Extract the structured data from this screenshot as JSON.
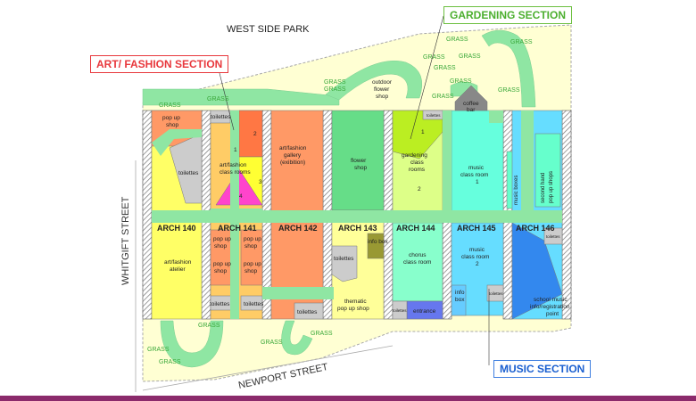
{
  "title": "WEST SIDE PARK",
  "sections": {
    "art": "ART/ FASHION SECTION",
    "gardening": "GARDENING SECTION",
    "music": "MUSIC SECTION"
  },
  "streets": {
    "whitgift": "WHITGIFT STREET",
    "newport": "NEWPORT STREET"
  },
  "arches": [
    "ARCH 140",
    "ARCH 141",
    "ARCH 142",
    "ARCH 143",
    "ARCH 144",
    "ARCH 145",
    "ARCH 146"
  ],
  "labels": {
    "grass": "GRASS",
    "popup_shop_l1": "pop up",
    "popup_shop_l2": "shop",
    "toilettes": "toilettes",
    "fashion_rooms_l1": "art/fashion",
    "fashion_rooms_l2": "class rooms",
    "gallery_l1": "art/fashion",
    "gallery_l2": "gallery",
    "gallery_l3": "(exibition)",
    "flower_shop_l1": "flower",
    "flower_shop_l2": "shop",
    "outdoor_l1": "outdoor",
    "outdoor_l2": "flower",
    "outdoor_l3": "shop",
    "garden_rooms_l1": "gardening",
    "garden_rooms_l2": "class",
    "garden_rooms_l3": "rooms",
    "coffee_l1": "coffee",
    "coffee_l2": "bar",
    "music_room1_l1": "music",
    "music_room1_l2": "class room",
    "music_boxes": "music boxes",
    "second_hand_l1": "second hand",
    "second_hand_l2": "pop up shops",
    "atelier_l1": "art/fashion",
    "atelier_l2": "atelier",
    "info_box": "info box",
    "info_l1": "info",
    "info_l2": "box",
    "chorus_l1": "chorus",
    "chorus_l2": "class room",
    "music_room2_l1": "music",
    "music_room2_l2": "class room",
    "thematic_l1": "thematic",
    "thematic_l2": "pop up shop",
    "entrance": "entrance",
    "school_music_l1": "school music",
    "school_music_l2": "info/registration",
    "school_music_l3": "point",
    "n1": "1",
    "n2": "2",
    "n3": "3",
    "n4": "4"
  },
  "colors": {
    "art_section_border": "#e8383d",
    "gardening_section_border": "#6cbf3f",
    "music_section_border": "#3f7fe0",
    "path_green": "#8fe6a3",
    "grass_text": "#3aa83a",
    "bottom_bar": "#8b2a6b"
  }
}
